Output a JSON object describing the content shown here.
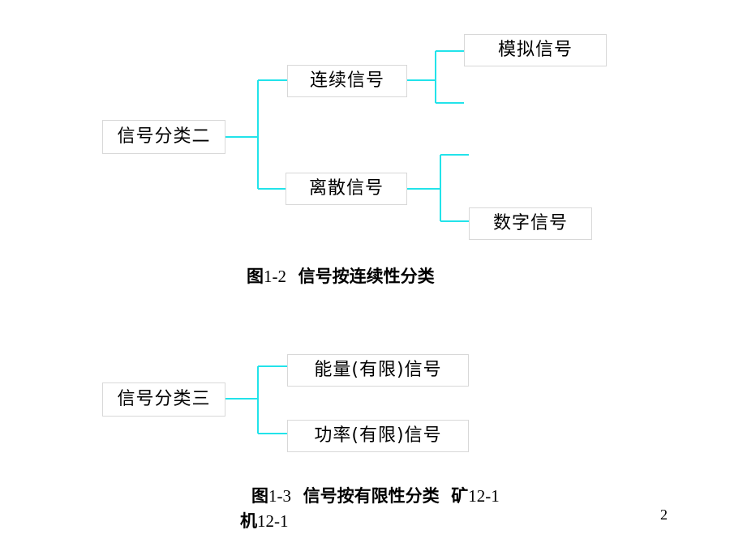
{
  "diagram1": {
    "root": "信号分类二",
    "continuous": "连续信号",
    "analog": "模拟信号",
    "continuous_blank": "",
    "discrete": "离散信号",
    "discrete_blank": "",
    "digital": "数字信号",
    "caption_prefix": "图",
    "caption_number": "1-2",
    "caption_text": "信号按连续性分类"
  },
  "diagram2": {
    "root": "信号分类三",
    "energy": "能量(有限)信号",
    "power": "功率(有限)信号",
    "caption_prefix": "图",
    "caption_number": "1-3",
    "caption_text": "信号按有限性分类",
    "caption_extra_a": "矿",
    "caption_extra_a_num": "12-1",
    "caption_extra_b": "机",
    "caption_extra_b_num": "12-1"
  },
  "page_number": "2",
  "colors": {
    "connector": "#22e3ea",
    "node_border": "#d8d8d8"
  }
}
